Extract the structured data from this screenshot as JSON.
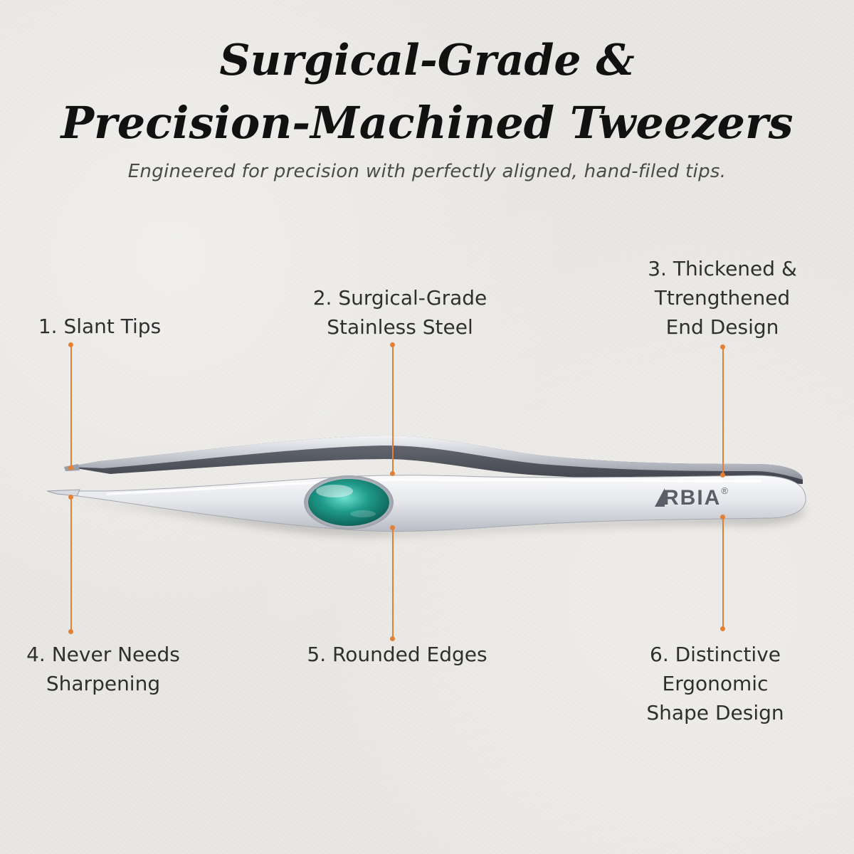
{
  "header": {
    "title_line1": "Surgical-Grade &",
    "title_line2": "Precision-Machined Tweezers",
    "subtitle": "Engineered for precision with perfectly aligned, hand-filed tips."
  },
  "product": {
    "brand_logo": "RBIA",
    "registered_mark": "®",
    "gem_color": "#1f9c8c",
    "accent_color": "#e0813b"
  },
  "features": {
    "f1": {
      "line1": "1. Slant Tips"
    },
    "f2": {
      "line1": "2. Surgical-Grade",
      "line2": "Stainless Steel"
    },
    "f3": {
      "line1": "3. Thickened &",
      "line2": "Ttrengthened",
      "line3": "End Design"
    },
    "f4": {
      "line1": "4. Never Needs",
      "line2": "Sharpening"
    },
    "f5": {
      "line1": "5. Rounded Edges"
    },
    "f6": {
      "line1": "6. Distinctive",
      "line2": "Ergonomic",
      "line3": "Shape Design"
    }
  }
}
